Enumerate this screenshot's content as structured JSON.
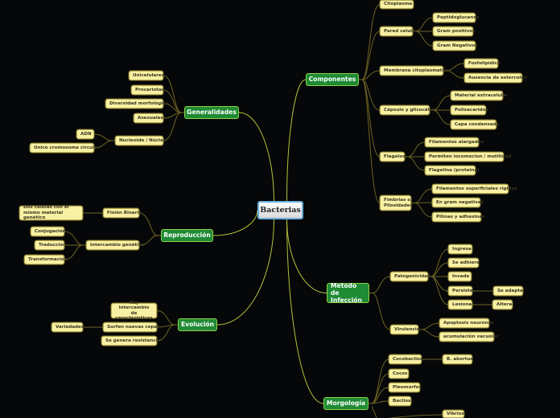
{
  "central": {
    "label": "Bacterias"
  },
  "colors": {
    "main_node": "#1f8b34",
    "sub_node": "#f8f1a4",
    "main_link": "#b5c23a",
    "sub_link": "#6e6424",
    "background": "#060708"
  },
  "componentes": {
    "label": "Componentes",
    "children": [
      {
        "label": "Citoplasma"
      },
      {
        "label": "Pared celular",
        "children": [
          "Peptidoglucanos",
          "Gram positivos",
          "Gram Negativos"
        ]
      },
      {
        "label": "Membrana citoplasmatica",
        "children": [
          "Fosfolipidica",
          "Ausencia de estercoles"
        ]
      },
      {
        "label": "Cápsulo y glicocálix",
        "children": [
          "Material extracelular",
          "Polisacaridos",
          "Capa condensada"
        ]
      },
      {
        "label": "Flagelos",
        "children": [
          "Filamentos alargados",
          "Permiten locomocion / motilidad",
          "Flagelina (proteina)"
        ]
      },
      {
        "label": "Fimbrias o Pilosidades",
        "children": [
          "Filamentos superficiales rígidos",
          "En gram negativas",
          "Pilinas y adhesinas"
        ]
      }
    ]
  },
  "generalidades": {
    "label": "Generalidades",
    "children": [
      {
        "label": "Unicelulares"
      },
      {
        "label": "Procariotas"
      },
      {
        "label": "Diversidad morfológica"
      },
      {
        "label": "Asexuales"
      },
      {
        "label": "Nucleoide / Núcleo",
        "children": [
          "ADN",
          "Unico cromosoma circular"
        ]
      }
    ]
  },
  "reproduccion": {
    "label": "Reproducción",
    "children": [
      {
        "label": "Fisión Binaria",
        "children": [
          "Dos células con el mismo material genético"
        ]
      },
      {
        "label": "Intercambio genético",
        "children": [
          "Conjugación",
          "Traducción",
          "Transformación"
        ]
      }
    ]
  },
  "evolucion": {
    "label": "Evolución",
    "children": [
      {
        "label": "Hay intercambio de características"
      },
      {
        "label": "Surfen nuevas cepas",
        "children": [
          "Variedades"
        ]
      },
      {
        "label": "Se genera resistencia"
      }
    ]
  },
  "metodo": {
    "label": "Metodo de Infección",
    "children": [
      {
        "label": "Patogenicidad",
        "children": [
          "Ingresa",
          "Se adhiere",
          "Invade",
          "Persiste",
          "Lesiona"
        ],
        "grandchildren": {
          "persiste": "Se adapta",
          "lesiona": "Altera"
        }
      },
      {
        "label": "Virulencia",
        "children": [
          "Apoptosis neuronas",
          "acumulación vacuolar"
        ]
      }
    ]
  },
  "morfologia": {
    "label": "Morgología",
    "children": [
      {
        "label": "Cocobacilos",
        "children": [
          "B. abortus"
        ]
      },
      {
        "label": "Cocos"
      },
      {
        "label": "Pleomorfos"
      },
      {
        "label": "Bacilos"
      },
      {
        "label": "Vibrios"
      }
    ]
  }
}
